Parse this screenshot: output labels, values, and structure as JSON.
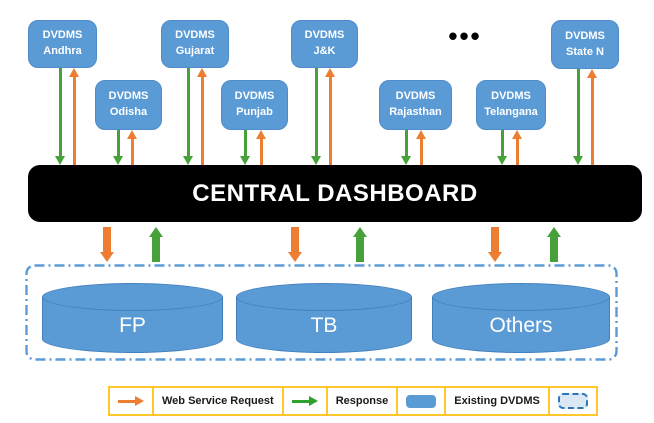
{
  "dashboard": {
    "title": "CENTRAL DASHBOARD"
  },
  "more_states": "•••",
  "states": [
    {
      "line1": "DVDMS",
      "line2": "Andhra"
    },
    {
      "line1": "DVDMS",
      "line2": "Gujarat"
    },
    {
      "line1": "DVDMS",
      "line2": "J&K"
    },
    {
      "line1": "DVDMS",
      "line2": "State N"
    },
    {
      "line1": "DVDMS",
      "line2": "Odisha"
    },
    {
      "line1": "DVDMS",
      "line2": "Punjab"
    },
    {
      "line1": "DVDMS",
      "line2": "Rajasthan"
    },
    {
      "line1": "DVDMS",
      "line2": "Telangana"
    }
  ],
  "databases": [
    {
      "label": "FP"
    },
    {
      "label": "TB"
    },
    {
      "label": "Others"
    }
  ],
  "legend": {
    "request_label": "Web Service Request",
    "response_label": "Response",
    "existing_label": "Existing DVDMS",
    "dashed_label": ""
  },
  "colors": {
    "node_blue": "#5B9BD5",
    "request_orange": "#ED7D31",
    "response_green": "#46A13A",
    "dashboard_black": "#000000",
    "legend_border_yellow": "#FFC72C",
    "container_border_blue": "#5B9BD5"
  }
}
